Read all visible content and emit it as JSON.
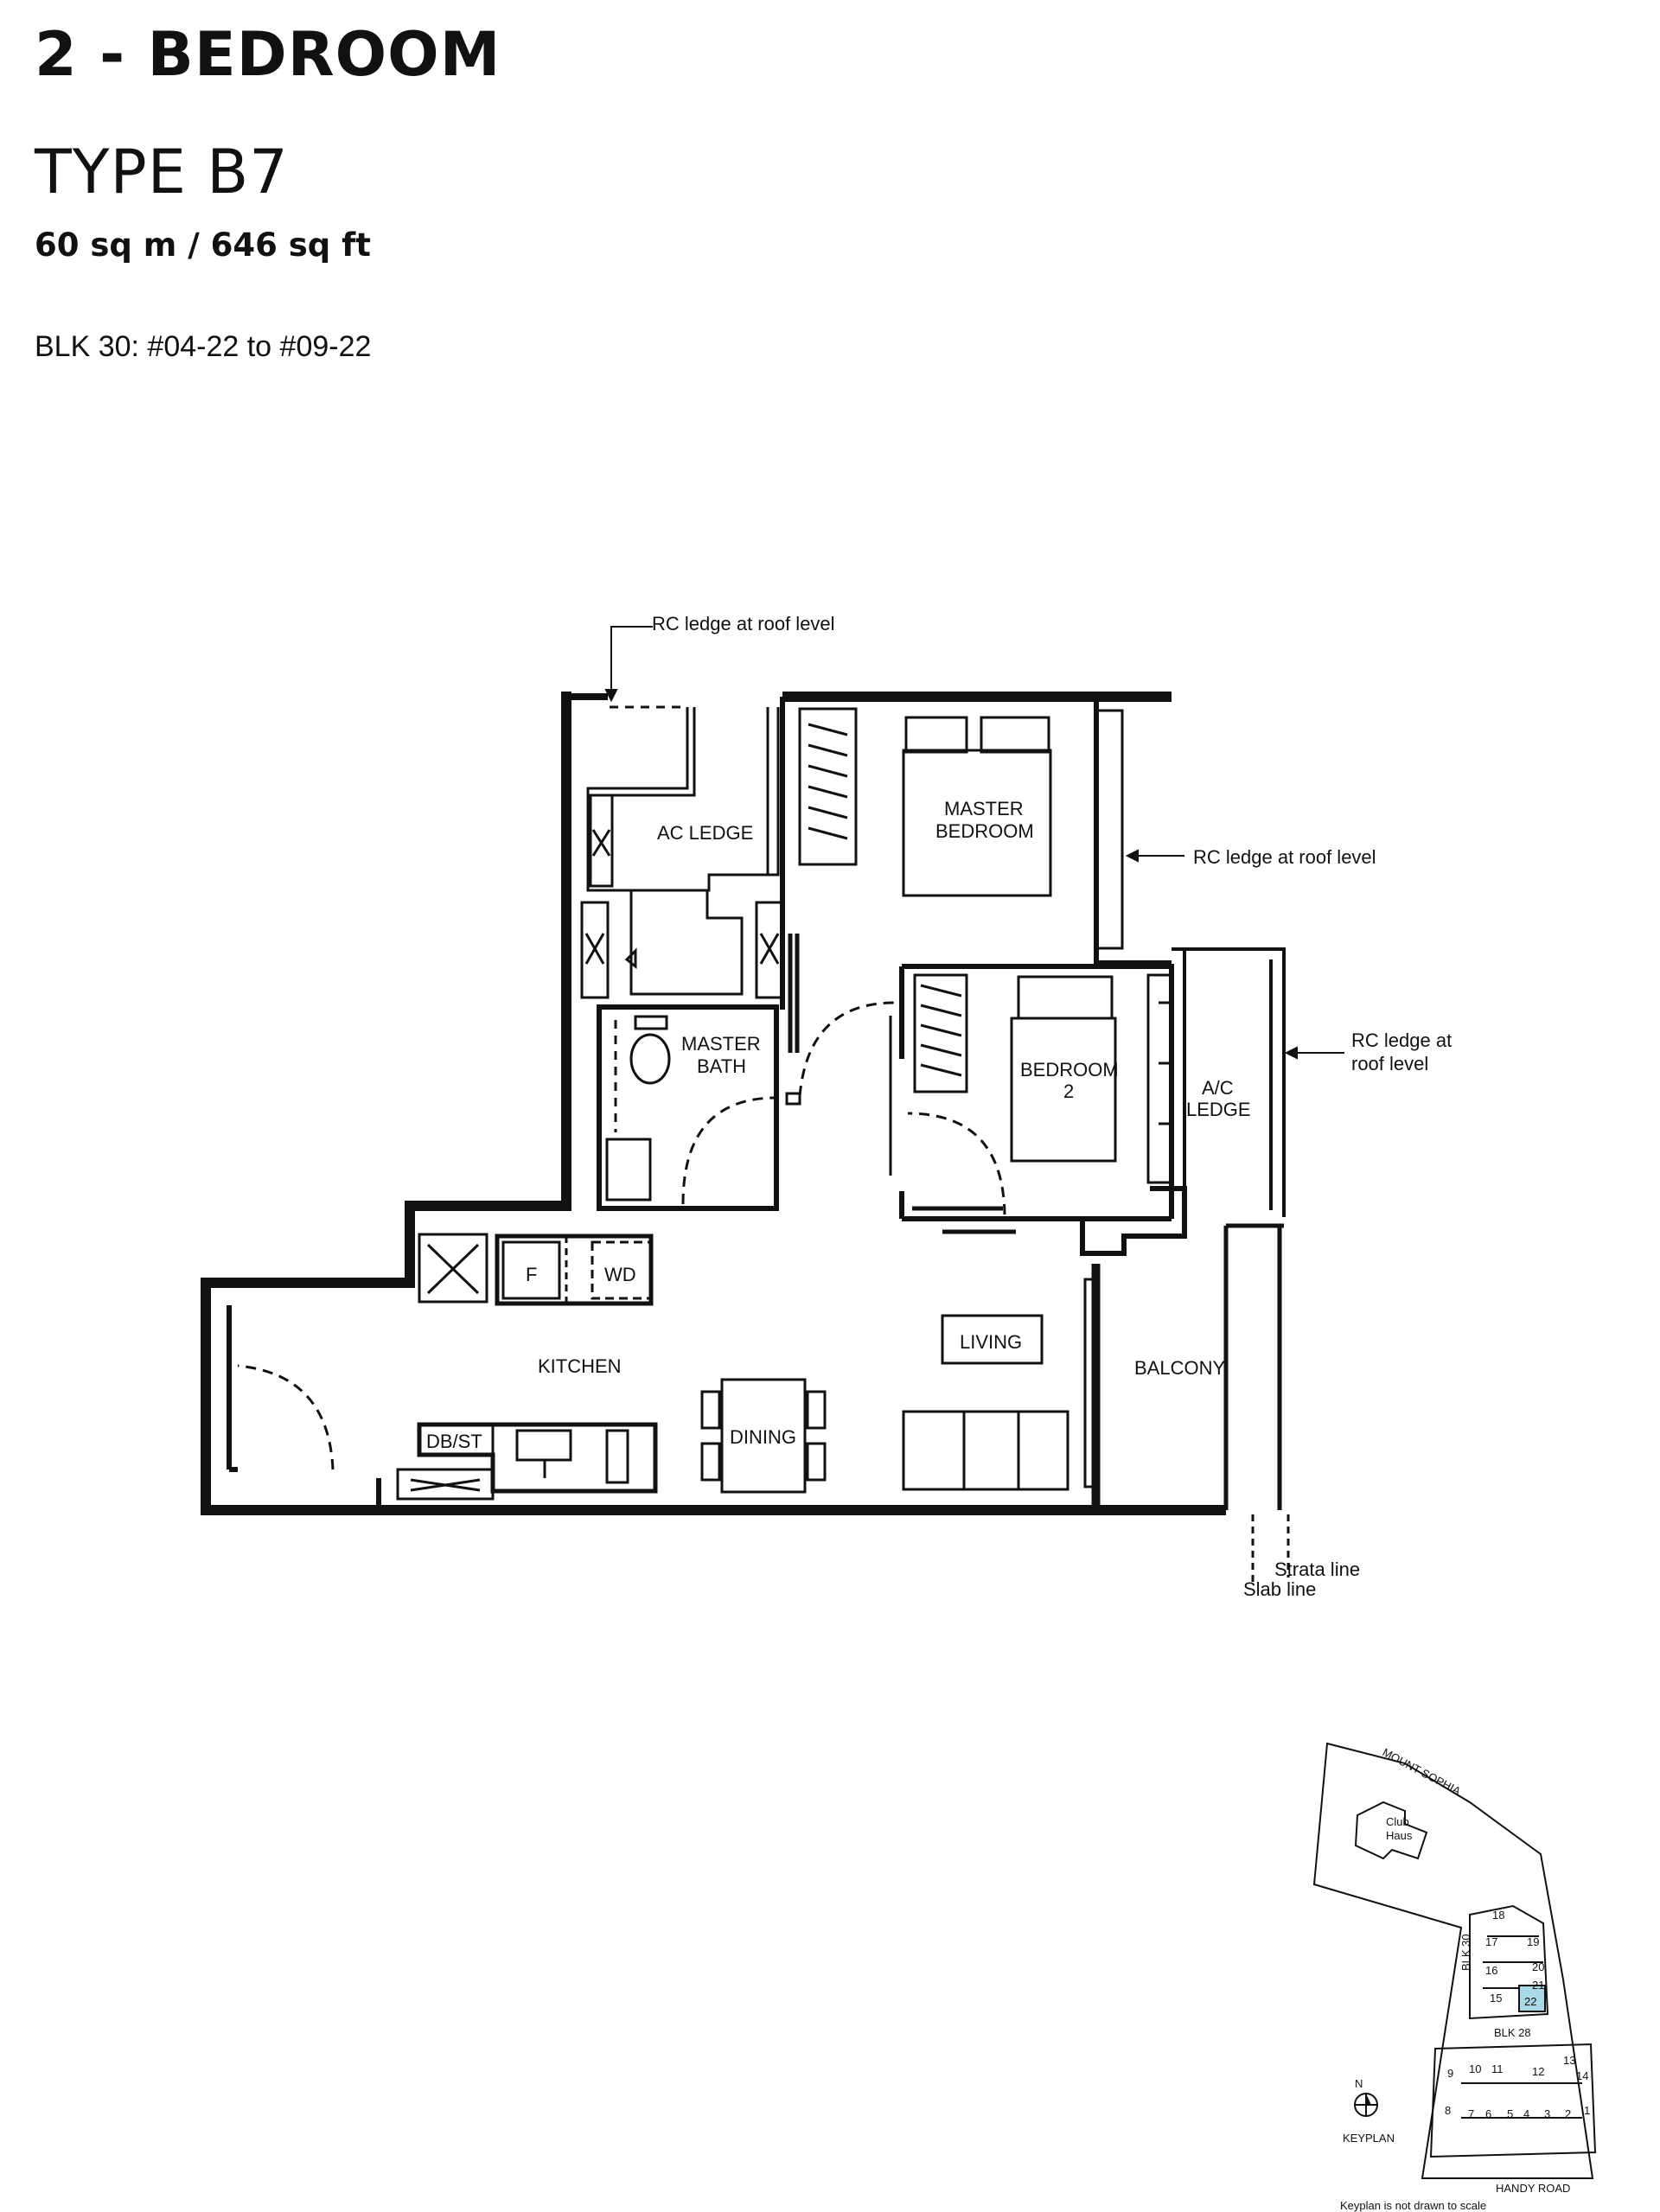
{
  "header": {
    "title": "2 - BEDROOM",
    "type": "TYPE B7",
    "area": "60 sq m / 646 sq ft",
    "units": "BLK 30: #04-22 to #09-22"
  },
  "plan": {
    "rooms": {
      "ac_ledge_top": "AC LEDGE",
      "master_bedroom_l1": "MASTER",
      "master_bedroom_l2": "BEDROOM",
      "master_bath_l1": "MASTER",
      "master_bath_l2": "BATH",
      "bedroom2_l1": "BEDROOM",
      "bedroom2_l2": "2",
      "ac_ledge_side_l1": "A/C",
      "ac_ledge_side_l2": "LEDGE",
      "kitchen": "KITCHEN",
      "living": "LIVING",
      "balcony": "BALCONY",
      "dining": "DINING",
      "fridge": "F",
      "washer_dryer": "WD",
      "db_st": "DB/ST"
    },
    "annotations": {
      "rc_ledge_top": "RC ledge at roof level",
      "rc_ledge_right": "RC ledge at roof level",
      "rc_ledge_right2_l1": "RC ledge at",
      "rc_ledge_right2_l2": "roof level",
      "strata_line": "Strata line",
      "slab_line": "Slab line"
    }
  },
  "keyplan": {
    "road_top": "MOUNT SOPHIA",
    "road_bottom": "HANDY ROAD",
    "club_l1": "Club",
    "club_l2": "Haus",
    "blk30": "BLK 30",
    "blk28": "BLK 28",
    "north": "N",
    "label": "KEYPLAN",
    "disclaimer": "Keyplan is not drawn to scale",
    "highlight_color": "#a9d8e6",
    "units": [
      "18",
      "17",
      "19",
      "16",
      "20",
      "21",
      "15",
      "22",
      "9",
      "10",
      "11",
      "12",
      "13",
      "14",
      "8",
      "7",
      "6",
      "5",
      "4",
      "3",
      "2",
      "1"
    ]
  }
}
